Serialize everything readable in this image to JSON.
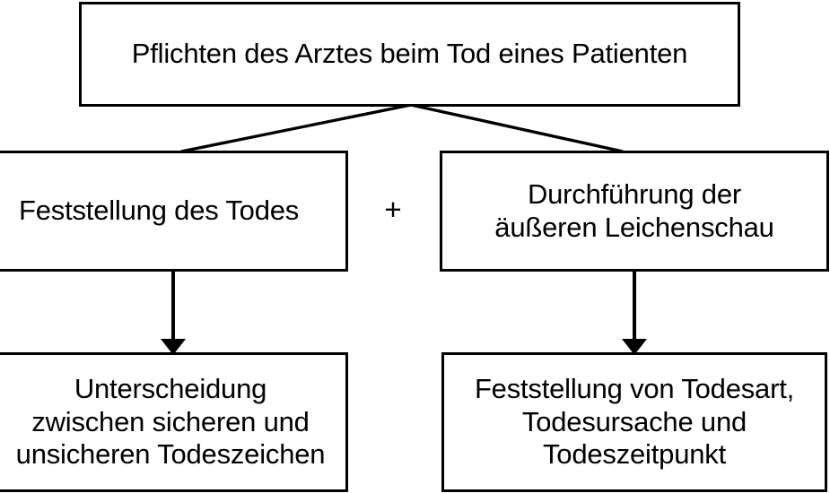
{
  "diagram": {
    "title": "Pflichten des Arztes beim Tod eines Patienten",
    "language": "de",
    "background_color": "#ffffff",
    "line_color": "#000000",
    "text_color": "#000000",
    "nodes": {
      "root": {
        "label": "Pflichten des Arztes beim Tod eines Patienten"
      },
      "feststellung": {
        "label": "Feststellung des Todes"
      },
      "durchfuehrung": {
        "label": "Durchführung der\näußeren Leichenschau"
      },
      "unterscheidung": {
        "label": "Unterscheidung\nzwischen sicheren und\nunsicheren Todeszeichen"
      },
      "todesart": {
        "label": "Feststellung von Todesart,\nTodesursache und\nTodeszeitpunkt"
      }
    },
    "operators": {
      "plus": "+"
    },
    "connectors": [
      {
        "name": "root-to-feststellung",
        "type": "line",
        "from": "root",
        "to": "feststellung"
      },
      {
        "name": "root-to-durchfuehrung",
        "type": "line",
        "from": "root",
        "to": "durchfuehrung"
      },
      {
        "name": "feststellung-to-unterscheidung",
        "type": "arrow",
        "from": "feststellung",
        "to": "unterscheidung"
      },
      {
        "name": "durchfuehrung-to-todesart",
        "type": "arrow",
        "from": "durchfuehrung",
        "to": "todesart"
      }
    ]
  }
}
